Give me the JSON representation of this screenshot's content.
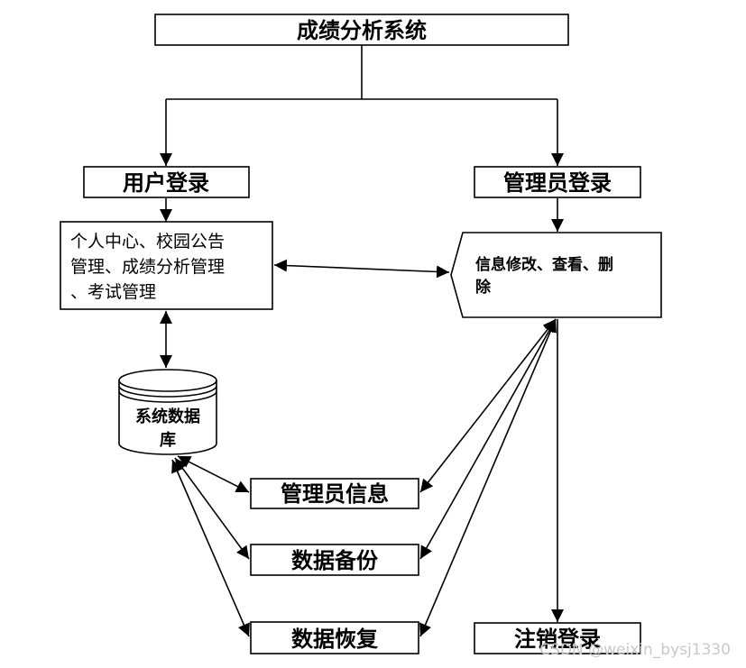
{
  "diagram": {
    "title": "成绩分析系统",
    "user_login": "用户登录",
    "admin_login": "管理员登录",
    "user_functions": [
      "个人中心、校园公告",
      "管理、成绩分析管理",
      "、考试管理"
    ],
    "admin_functions": [
      "信息修改、查看、删",
      "除"
    ],
    "database": [
      "系统数据",
      "库"
    ],
    "admin_info": "管理员信息",
    "data_backup": "数据备份",
    "data_restore": "数据恢复",
    "logout": "注销登录"
  },
  "watermark": "CSDN @weixin_bysj1330"
}
